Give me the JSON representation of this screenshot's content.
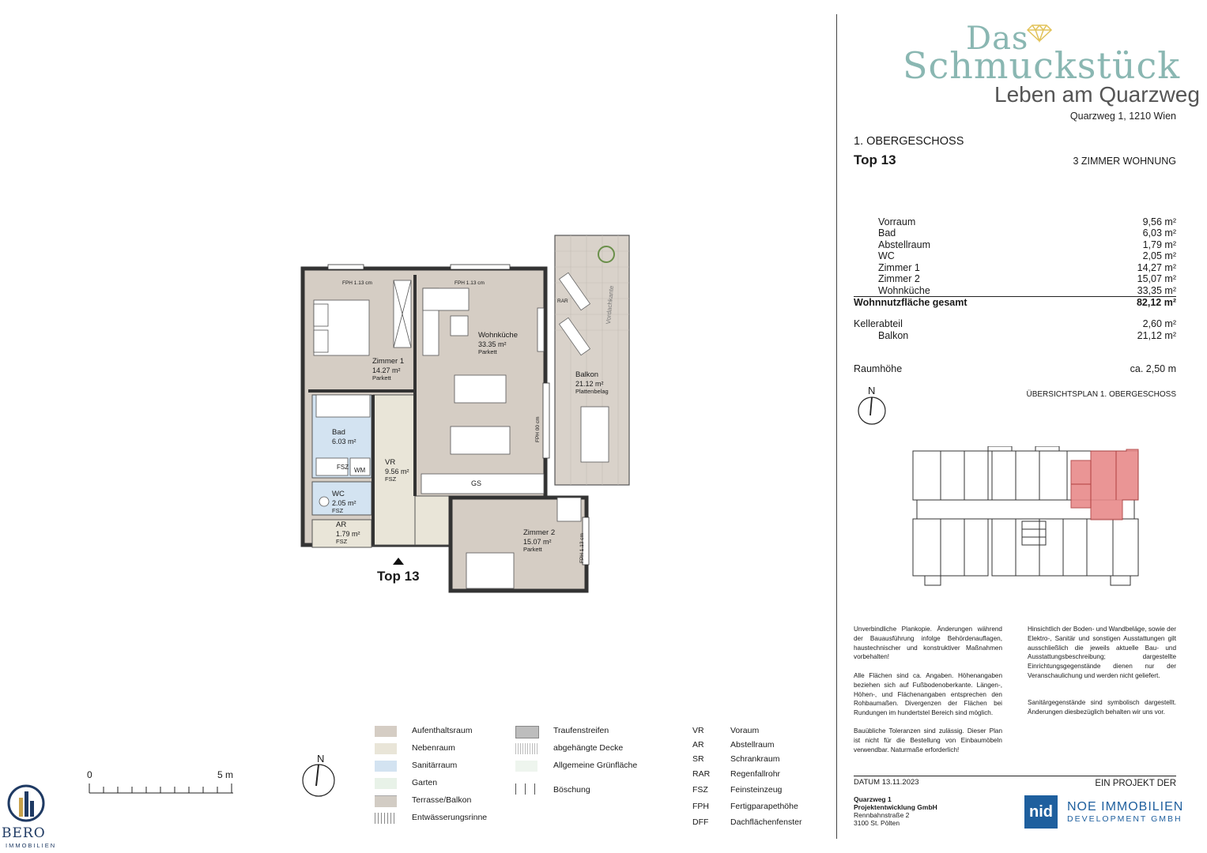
{
  "brand": {
    "logo_line1": "Das",
    "logo_line2": "Schmuckstück",
    "logo_line3": "Leben am Quarzweg",
    "address": "Quarzweg 1, 1210 Wien",
    "accent_color": "#8ab7b2"
  },
  "unit": {
    "floor": "1. OBERGESCHOSS",
    "top": "Top 13",
    "type": "3 ZIMMER WOHNUNG"
  },
  "areas": [
    {
      "label": "Vorraum",
      "value": "9,56 m²"
    },
    {
      "label": "Bad",
      "value": "6,03 m²"
    },
    {
      "label": "Abstellraum",
      "value": "1,79 m²"
    },
    {
      "label": "WC",
      "value": "2,05 m²"
    },
    {
      "label": "Zimmer 1",
      "value": "14,27 m²"
    },
    {
      "label": "Zimmer 2",
      "value": "15,07 m²"
    },
    {
      "label": "Wohnküche",
      "value": "33,35 m²"
    }
  ],
  "total": {
    "label": "Wohnnutzfläche gesamt",
    "value": "82,12 m²"
  },
  "extra": [
    {
      "label": "Kellerabteil",
      "value": "2,60 m²"
    },
    {
      "label": "Balkon",
      "value": "21,12 m²"
    }
  ],
  "height": {
    "label": "Raumhöhe",
    "value": "ca. 2,50 m"
  },
  "overview": {
    "title": "ÜBERSICHTSPLAN 1. OBERGESCHOSS",
    "north": "N",
    "highlight_color": "#e88a8a"
  },
  "plan": {
    "north": "N",
    "entrance_label": "Top 13",
    "rooms": {
      "zimmer1": {
        "name": "Zimmer 1",
        "area": "14.27 m²",
        "floor": "Parkett"
      },
      "wohnkueche": {
        "name": "Wohnküche",
        "area": "33.35 m²",
        "floor": "Parkett"
      },
      "balkon": {
        "name": "Balkon",
        "area": "21.12 m²",
        "floor": "Plattenbelag"
      },
      "bad": {
        "name": "Bad",
        "area": "6.03 m²"
      },
      "vr": {
        "name": "VR",
        "area": "9.56 m²",
        "floor": "FSZ"
      },
      "wc": {
        "name": "WC",
        "area": "2.05 m²",
        "floor": "FSZ"
      },
      "ar": {
        "name": "AR",
        "area": "1.79 m²",
        "floor": "FSZ"
      },
      "zimmer2": {
        "name": "Zimmer 2",
        "area": "15.07 m²",
        "floor": "Parkett"
      }
    },
    "fph_top1": "FPH 1.13 cm",
    "fph_top2": "FPH 1.13 cm",
    "fph_side": "FPH 00 cm",
    "fph_z2": "FPH 1.13 cm",
    "rar": "RAR",
    "vordach": "Vordachkante",
    "fsz_bad": "FSZ",
    "wm": "WM",
    "gs": "GS",
    "colors": {
      "aufenthalt": "#d5cdc4",
      "neben": "#e9e5d8",
      "sanitaer": "#d3e3f1",
      "terrasse": "#d2ccc4"
    }
  },
  "scale": {
    "start": "0",
    "end": "5 m"
  },
  "legend": [
    {
      "label": "Aufenthaltsraum",
      "color": "#d5cdc4"
    },
    {
      "label": "Nebenraum",
      "color": "#e9e5d8"
    },
    {
      "label": "Sanitärraum",
      "color": "#d3e3f1"
    },
    {
      "label": "Garten",
      "color": "#e8f2e8"
    },
    {
      "label": "Terrasse/Balkon",
      "color": "#d2ccc4"
    },
    {
      "label": "Entwässerungsrinne",
      "color": "#999999"
    }
  ],
  "legend2": [
    {
      "label": "Traufenstreifen"
    },
    {
      "label": "abgehängte Decke"
    },
    {
      "label": "Allgemeine Grünfläche"
    },
    {
      "label": "Böschung"
    }
  ],
  "abbreviations": [
    {
      "abbr": "VR",
      "text": "Voraum"
    },
    {
      "abbr": "AR",
      "text": "Abstellraum"
    },
    {
      "abbr": "SR",
      "text": "Schrankraum"
    },
    {
      "abbr": "RAR",
      "text": "Regenfallrohr"
    },
    {
      "abbr": "FSZ",
      "text": "Feinsteinzeug"
    },
    {
      "abbr": "FPH",
      "text": "Fertigparapethöhe"
    },
    {
      "abbr": "DFF",
      "text": "Dachflächenfenster"
    }
  ],
  "notes": {
    "left1": "Unverbindliche Plankopie. Änderungen während der Bauausführung infolge Behördenauflagen, haustechnischer und konstruktiver Maßnahmen vorbehalten!",
    "left2": "Alle Flächen sind ca. Angaben. Höhenangaben beziehen sich auf Fußbodenoberkante. Längen-, Höhen-, und Flächenangaben entsprechen den Rohbaumaßen. Divergenzen der Flächen bei Rundungen im hundertstel Bereich sind möglich.",
    "left3": "Bauübliche Toleranzen sind zulässig. Dieser Plan ist nicht für die Bestellung von Einbaumöbeln verwendbar. Naturmaße erforderlich!",
    "right1": "Hinsichtlich der Boden- und Wandbeläge, sowie der Elektro-, Sanitär und sonstigen Ausstattungen gilt ausschließlich die jeweils aktuelle Bau- und Ausstattungsbeschreibung; dargestellte Einrichtungsgegenstände dienen nur der Veranschaulichung und werden nicht geliefert.",
    "right2": "Sanitärgegenstände sind symbolisch dargestellt. Änderungen diesbezüglich behalten wir uns vor."
  },
  "footer": {
    "datum": "DATUM   13.11.2023",
    "projekt_label": "EIN PROJEKT DER",
    "company_name": "Quarzweg 1",
    "company_name2": "Projektentwicklung GmbH",
    "company_street": "Rennbahnstraße 2",
    "company_city": "3100 St. Pölten",
    "noe_logo": "nid",
    "noe_line1": "NOE IMMOBILIEN",
    "noe_line2": "DEVELOPMENT GMBH",
    "bero": "BERO",
    "bero_sub": "IMMOBILIEN"
  }
}
